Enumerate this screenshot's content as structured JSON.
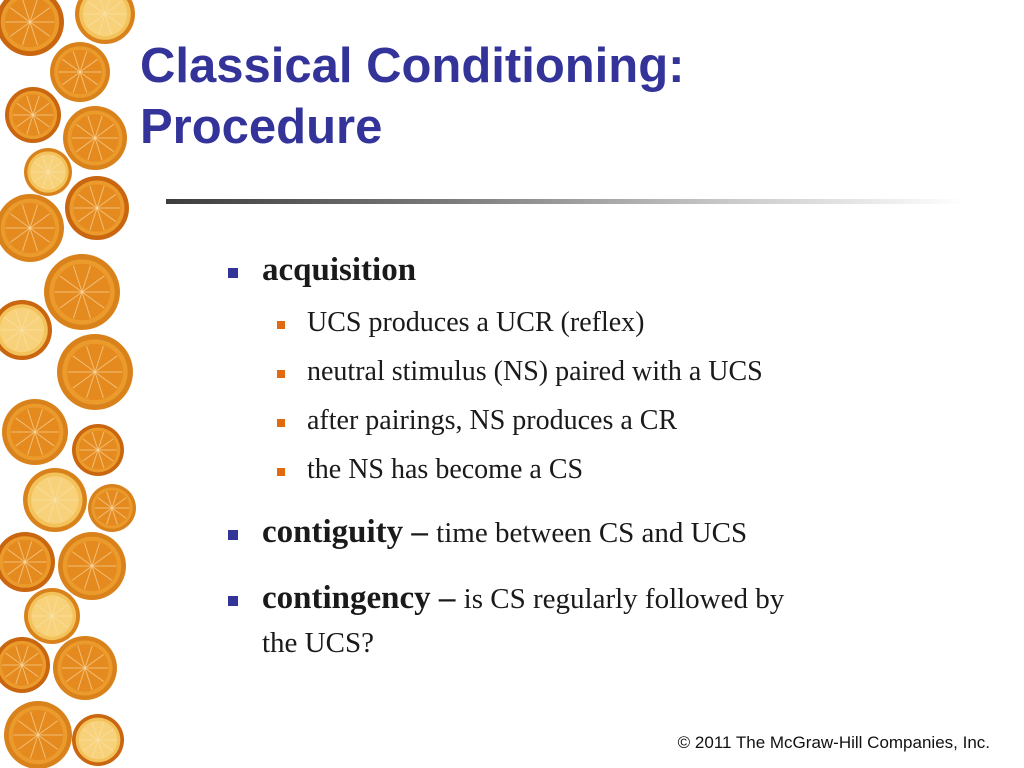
{
  "slide": {
    "title_line1": "Classical Conditioning:",
    "title_line2": "Procedure",
    "decoration": "orange-slices-strip",
    "colors": {
      "title": "#333399",
      "level1_marker": "#333399",
      "level2_marker": "#e06a10",
      "text": "#1a1a1a"
    },
    "bullets": {
      "acquisition": {
        "term": "acquisition",
        "subs": [
          "UCS produces a UCR (reflex)",
          "neutral stimulus (NS) paired with a UCS",
          "after pairings, NS produces a CR",
          "the NS has become a CS"
        ]
      },
      "contiguity": {
        "term": "contiguity",
        "dash": "–",
        "desc": "time between CS and UCS"
      },
      "contingency": {
        "term": "contingency",
        "dash": "–",
        "desc": "is CS regularly followed by",
        "desc_cont": "the UCS?"
      }
    },
    "copyright": "© 2011 The McGraw-Hill Companies, Inc."
  }
}
